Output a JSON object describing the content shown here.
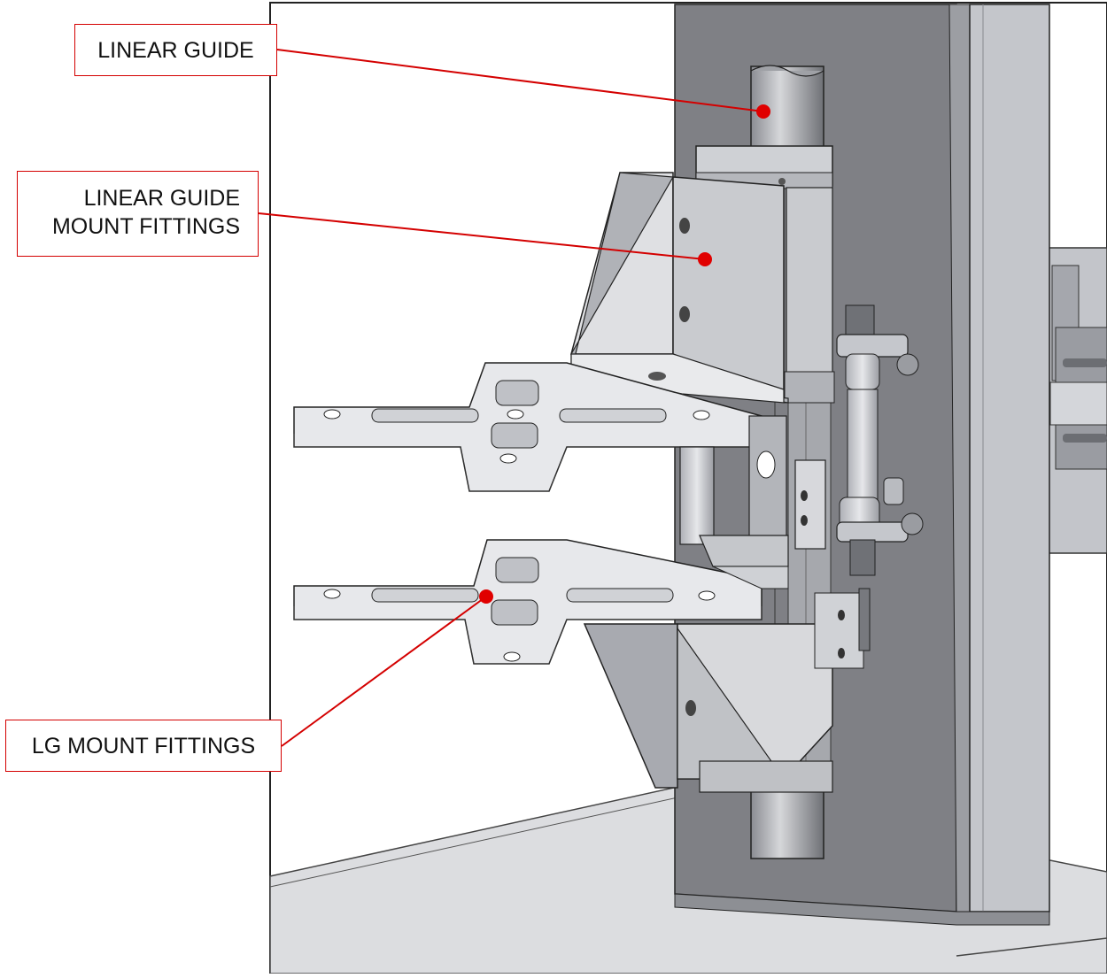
{
  "figure": {
    "callouts": [
      {
        "id": "linear-guide",
        "lines": [
          "LINEAR GUIDE"
        ]
      },
      {
        "id": "linear-guide-mount-fittings",
        "lines": [
          "LINEAR GUIDE",
          "MOUNT FITTINGS"
        ]
      },
      {
        "id": "lg-mount-fittings",
        "lines": [
          "LG MOUNT FITTINGS"
        ]
      }
    ],
    "colors": {
      "callout_border": "#d40000",
      "leader_line": "#d40000",
      "marker_dot": "#e00000",
      "column_dark": "#7e7f84",
      "column_light": "#b9bbc1",
      "part_metal": "#d5d7dc",
      "floor": "#d9dadd"
    }
  }
}
